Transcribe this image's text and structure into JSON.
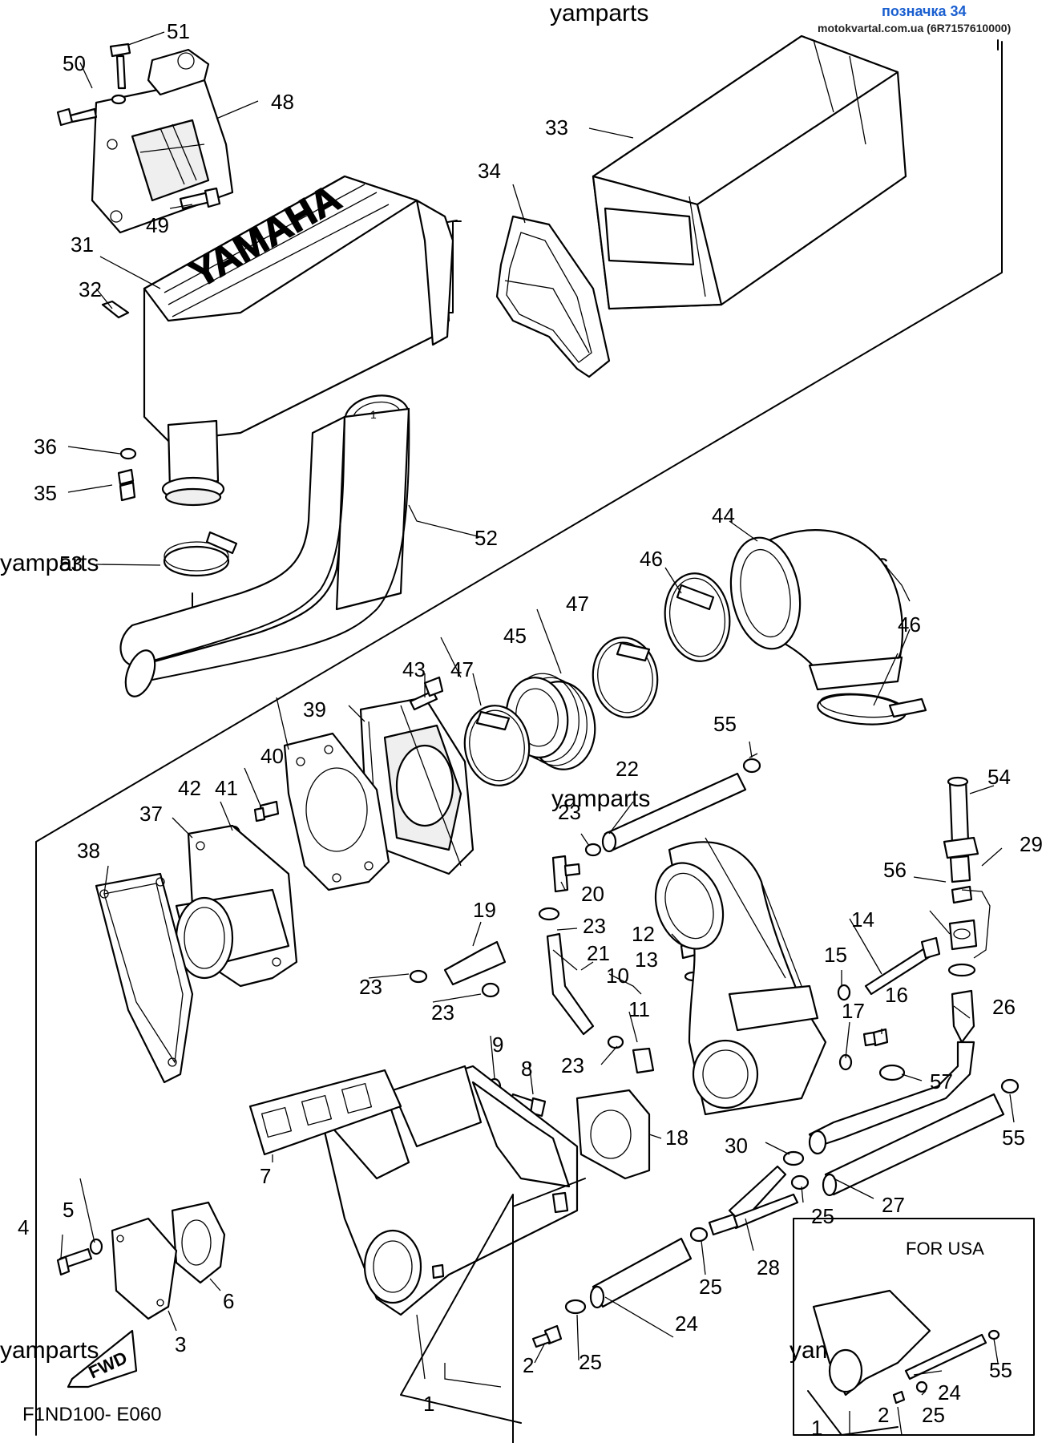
{
  "header": {
    "watermark": "yamparts",
    "badge": "позначка 34",
    "source": "motokvartal.com.ua (6R7157610000)"
  },
  "diagram": {
    "code": "F1ND100- E060",
    "inset_title": "FOR USA",
    "logo_text": "YAMAHA",
    "fwd_label": "FWD",
    "hose_marker": "1"
  },
  "callouts": {
    "c51": "51",
    "c50": "50",
    "c48": "48",
    "c49": "49",
    "c31": "31",
    "c32": "32",
    "c33": "33",
    "c34": "34",
    "c36": "36",
    "c35": "35",
    "c52": "52",
    "c53": "53",
    "c44": "44",
    "c46a": "46",
    "c47a": "47",
    "c45": "45",
    "c46b": "46",
    "c43": "43",
    "c47b": "47",
    "c39": "39",
    "c40": "40",
    "c55a": "55",
    "c41": "41",
    "c42": "42",
    "c37": "37",
    "c22": "22",
    "c38": "38",
    "c23a": "23",
    "c54": "54",
    "c29": "29",
    "c20": "20",
    "c56": "56",
    "c19": "19",
    "c23b": "23",
    "c12": "12",
    "c14": "14",
    "c21": "21",
    "c13": "13",
    "c15": "15",
    "c23c": "23",
    "c10": "10",
    "c26": "26",
    "c23d": "23",
    "c11": "11",
    "c17": "17",
    "c16": "16",
    "c9": "9",
    "c23e": "23",
    "c8": "8",
    "c57": "57",
    "c18": "18",
    "c55b": "55",
    "c30": "30",
    "c7": "7",
    "c27": "27",
    "c5": "5",
    "c25a": "25",
    "c4": "4",
    "c6": "6",
    "c28": "28",
    "c25b": "25",
    "c3": "3",
    "c24a": "24",
    "c2a": "2",
    "c25c": "25",
    "c55c": "55",
    "c24b": "24",
    "c1a": "1",
    "c2b": "2",
    "c25d": "25",
    "c1b": "1"
  },
  "watermarks": {
    "w1": "yamparts",
    "w2": "yamparts",
    "w3": "yamparts",
    "w4": "yamparts",
    "w5": "yamparts",
    "w6": "yamparts"
  }
}
